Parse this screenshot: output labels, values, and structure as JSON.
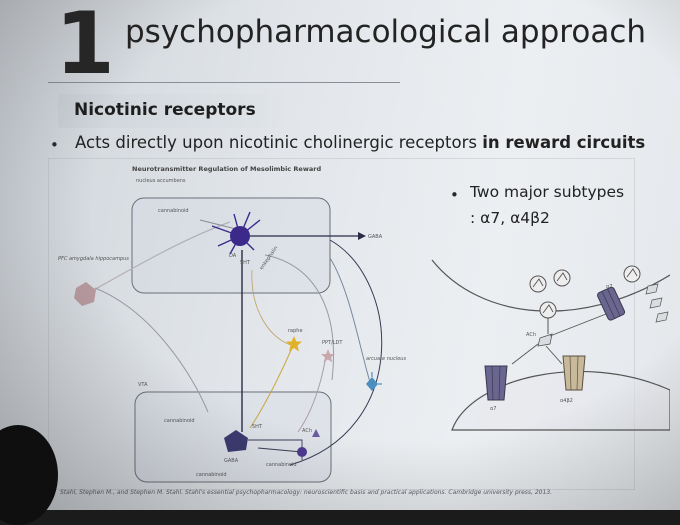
{
  "slide": {
    "number": "1",
    "title": "psychopharmacological approach",
    "subheading": "Nicotinic receptors",
    "bullet_main_prefix": "Acts directly upon nicotinic cholinergic receptors ",
    "bullet_main_bold": "in reward circuits",
    "bullet_subtypes_line1": "Two major subtypes",
    "bullet_subtypes_line2": ": α7, α4β2"
  },
  "figure_left": {
    "title": "Neurotransmitter Regulation of Mesolimbic Reward",
    "labels": {
      "nucleus_accumbens": "nucleus accumbens",
      "cannabinoid_top": "cannabinoid",
      "gaba": "GABA",
      "da": "DA",
      "5ht": "5HT",
      "enkephalin": "enkephalin",
      "pfc": "PFC amygdala hippocampus",
      "vta": "VTA",
      "raphe": "raphe",
      "pptldt": "PPT/LDT",
      "arcuate": "arcuate nucleus",
      "cannabinoid_mid": "cannabinoid",
      "cannabinoid_bottom": "cannabinoid",
      "cannabinoid_right": "cannabinoid",
      "gaba_bottom": "GABA",
      "ach": "ACh",
      "5ht_bottom": "5HT"
    }
  },
  "figure_right": {
    "labels": {
      "a7_top": "α7",
      "ach": "ACh",
      "a7_bottom": "α7",
      "a4b2": "α4β2"
    }
  },
  "citation": "Stahl, Stephen M., and Stephen M. Stahl. Stahl's essential psychopharmacology: neuroscientific basis and practical applications. Cambridge university press, 2013.",
  "colors": {
    "neuron_purple": "#3b2a8a",
    "neuron_pink": "#b89aa0",
    "neuron_yellow": "#e2b12a",
    "neuron_blue": "#4a8fc0",
    "receptor_purple": "#6a6690",
    "receptor_tan": "#c8b99a"
  }
}
